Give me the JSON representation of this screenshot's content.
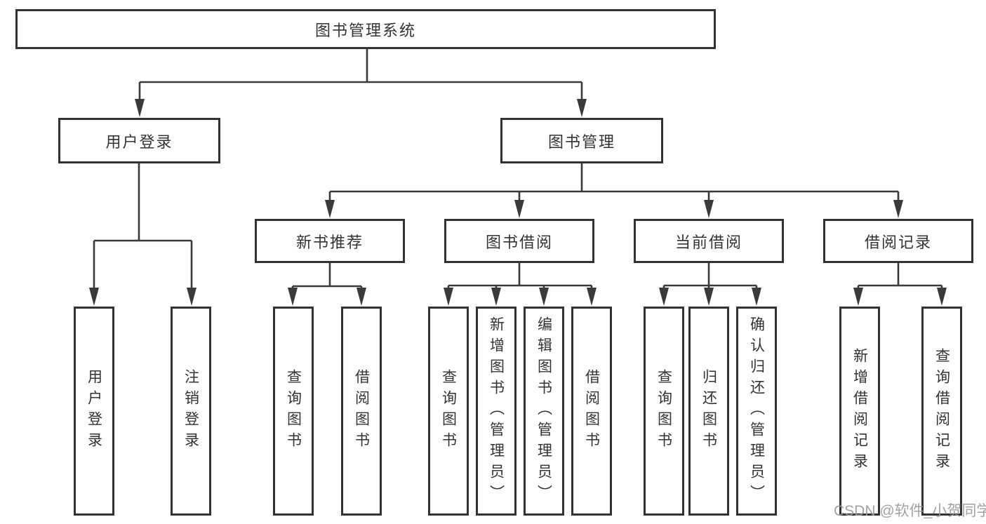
{
  "root": {
    "label": "图书管理系统"
  },
  "level2": [
    {
      "label": "用户登录"
    },
    {
      "label": "图书管理"
    }
  ],
  "level3": [
    {
      "label": "新书推荐"
    },
    {
      "label": "图书借阅"
    },
    {
      "label": "当前借阅"
    },
    {
      "label": "借阅记录"
    }
  ],
  "leaves": {
    "user_login": [
      {
        "label": "用户登录"
      },
      {
        "label": "注销登录"
      }
    ],
    "new_book_recommend": [
      {
        "label": "查询图书"
      },
      {
        "label": "借阅图书"
      }
    ],
    "book_borrow": [
      {
        "label": "查询图书"
      },
      {
        "label": "新增图书（管理员）"
      },
      {
        "label": "编辑图书（管理员）"
      },
      {
        "label": "借阅图书"
      }
    ],
    "current_borrow": [
      {
        "label": "查询图书"
      },
      {
        "label": "归还图书"
      },
      {
        "label": "确认归还（管理员）"
      }
    ],
    "borrow_records": [
      {
        "label": "新增借阅记录"
      },
      {
        "label": "查询借阅记录"
      }
    ]
  },
  "watermark": {
    "text": "CSDN @软件_小贺同学"
  },
  "colors": {
    "line": "#3a3a3a",
    "border": "#333333",
    "text": "#333333",
    "watermark": "#9b9b9b",
    "background": "#ffffff"
  }
}
